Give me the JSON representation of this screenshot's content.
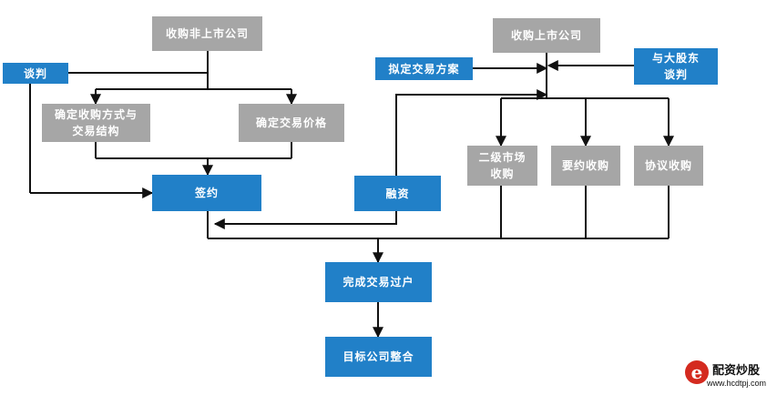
{
  "nodes": {
    "acquire_unlisted": "收购非上市公司",
    "negotiation": "谈判",
    "method_structure": "确定收购方式与\n交易结构",
    "price": "确定交易价格",
    "sign": "签约",
    "acquire_listed": "收购上市公司",
    "plan": "拟定交易方案",
    "major_shareholder": "与大股东\n谈判",
    "financing": "融资",
    "secondary_market": "二级市场\n收购",
    "tender_offer": "要约收购",
    "agreement": "协议收购",
    "complete_transfer": "完成交易过户",
    "integration": "目标公司整合"
  },
  "watermark": {
    "title": "配资炒股",
    "url": "www.hcdtpj.com"
  },
  "colors": {
    "gray_box": "#a6a6a6",
    "blue_box": "#2180c8",
    "line": "#111111"
  }
}
